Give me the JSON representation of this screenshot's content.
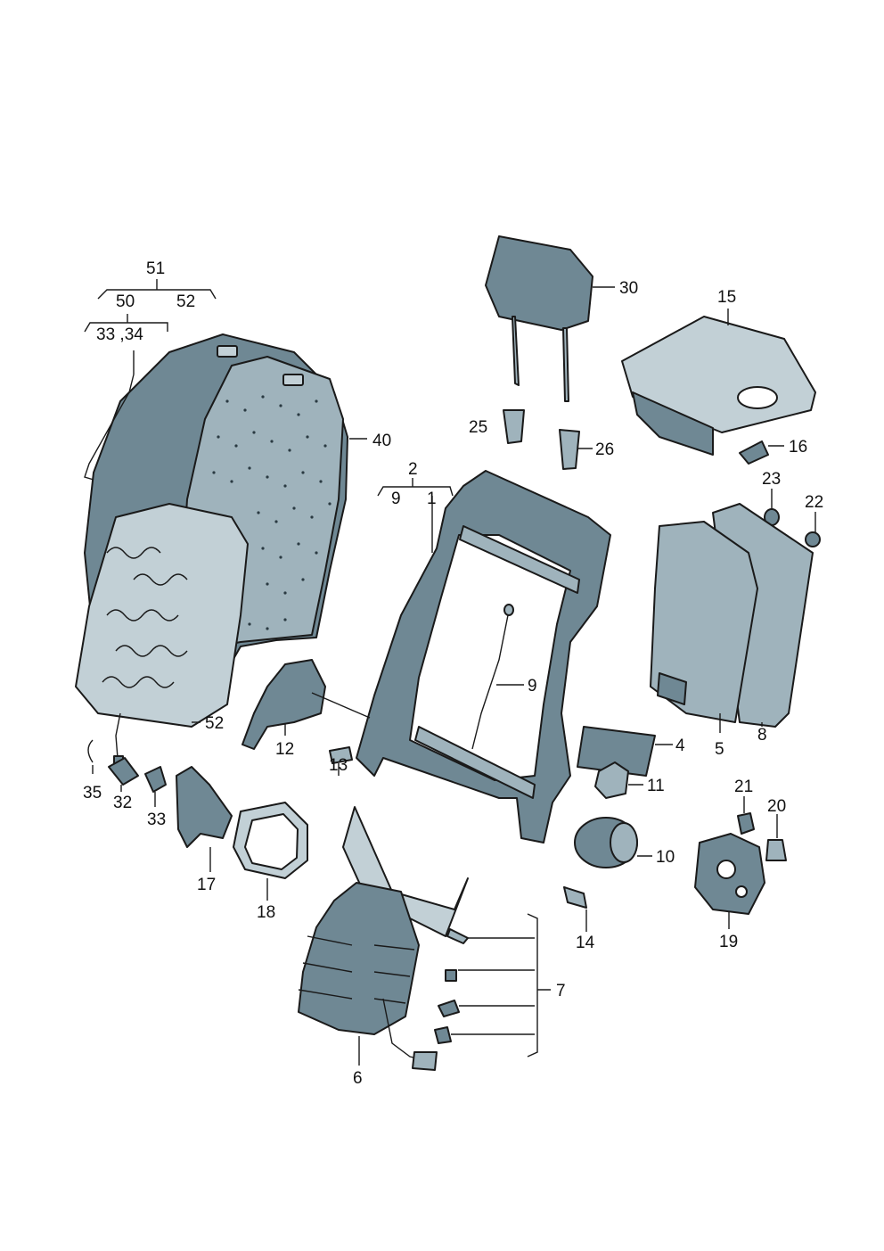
{
  "labels": {
    "p51": "51",
    "p50": "50",
    "p52a": "52",
    "p33_34": "33 ,34",
    "p40": "40",
    "p52b": "52",
    "p35": "35",
    "p32": "32",
    "p33b": "33",
    "p17": "17",
    "p18": "18",
    "p12": "12",
    "p13": "13",
    "p2": "2",
    "p9a": "9",
    "p1": "1",
    "p9b": "9",
    "p30": "30",
    "p25": "25",
    "p26": "26",
    "p15": "15",
    "p16": "16",
    "p23": "23",
    "p22": "22",
    "p4": "4",
    "p5": "5",
    "p8": "8",
    "p11": "11",
    "p10": "10",
    "p14": "14",
    "p21": "21",
    "p20": "20",
    "p19": "19",
    "p7": "7",
    "p6": "6"
  },
  "colors": {
    "part_fill": "#6f8894",
    "part_light": "#9fb3bc",
    "outline": "#1a1a1a"
  }
}
